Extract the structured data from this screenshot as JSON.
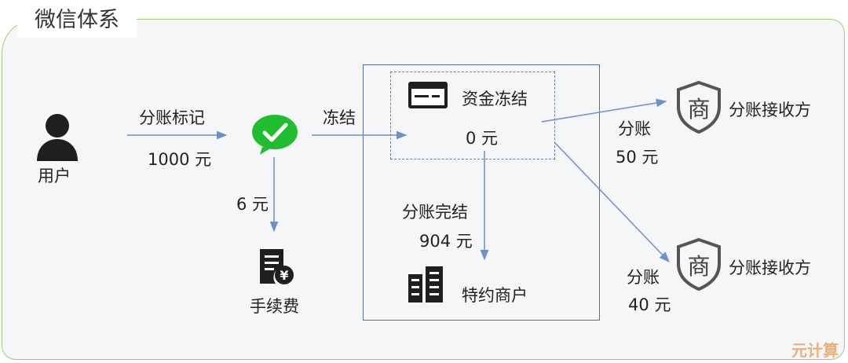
{
  "title": "微信体系",
  "nodes": {
    "user": "用户",
    "fee": "手续费",
    "freeze_box": "资金冻结",
    "special_merchant": "特约商户",
    "receiver_top": "分账接收方",
    "receiver_bottom": "分账接收方",
    "merchant_badge": "商"
  },
  "edges": {
    "split_mark": "分账标记",
    "split_amount": "1000 元",
    "fee_amount": "6 元",
    "freeze": "冻结",
    "frozen_amount": "0 元",
    "split_complete": "分账完结",
    "complete_amount": "904 元",
    "split_top": "分账",
    "split_top_amount": "50 元",
    "split_bottom": "分账",
    "split_bottom_amount": "40 元"
  },
  "watermark": "元计算",
  "colors": {
    "panel_border": "#9bcf7a",
    "box_border": "#4f6fb0",
    "arrow": "#6f8fc8",
    "wechat_green": "#1fbd2f",
    "icon_dark": "#1f1f1f",
    "shield_gray": "#555555"
  },
  "icons": [
    "user-icon",
    "wechat-icon",
    "receipt-yuan-icon",
    "card-icon",
    "building-icon",
    "shield-merchant-icon"
  ]
}
